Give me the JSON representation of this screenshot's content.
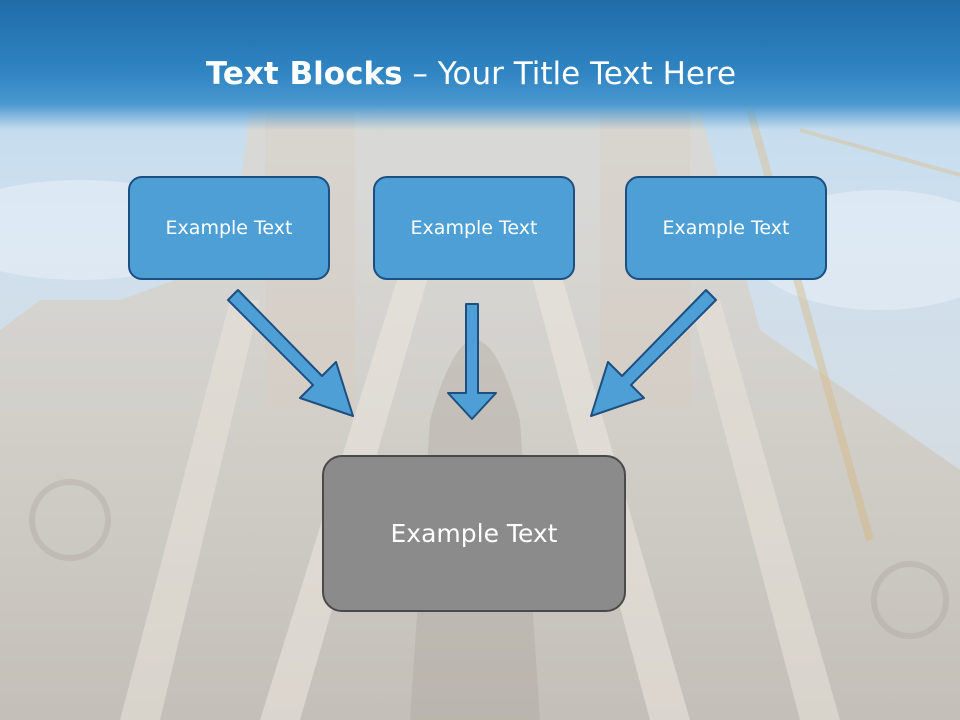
{
  "slide": {
    "title_bold": "Text Blocks",
    "title_dash": "–",
    "title_rest": "Your Title Text Here"
  },
  "blocks": {
    "top": [
      "Example Text",
      "Example Text",
      "Example Text"
    ],
    "bottom": "Example Text"
  },
  "colors": {
    "title_bar": "#2f84c2",
    "block_fill": "#4d9fd6",
    "block_border": "#1d4f80",
    "bottom_fill": "#8b8b8b",
    "arrow_fill": "#4d9fd6"
  },
  "background_image": "sagrada-familia-facade-photo"
}
